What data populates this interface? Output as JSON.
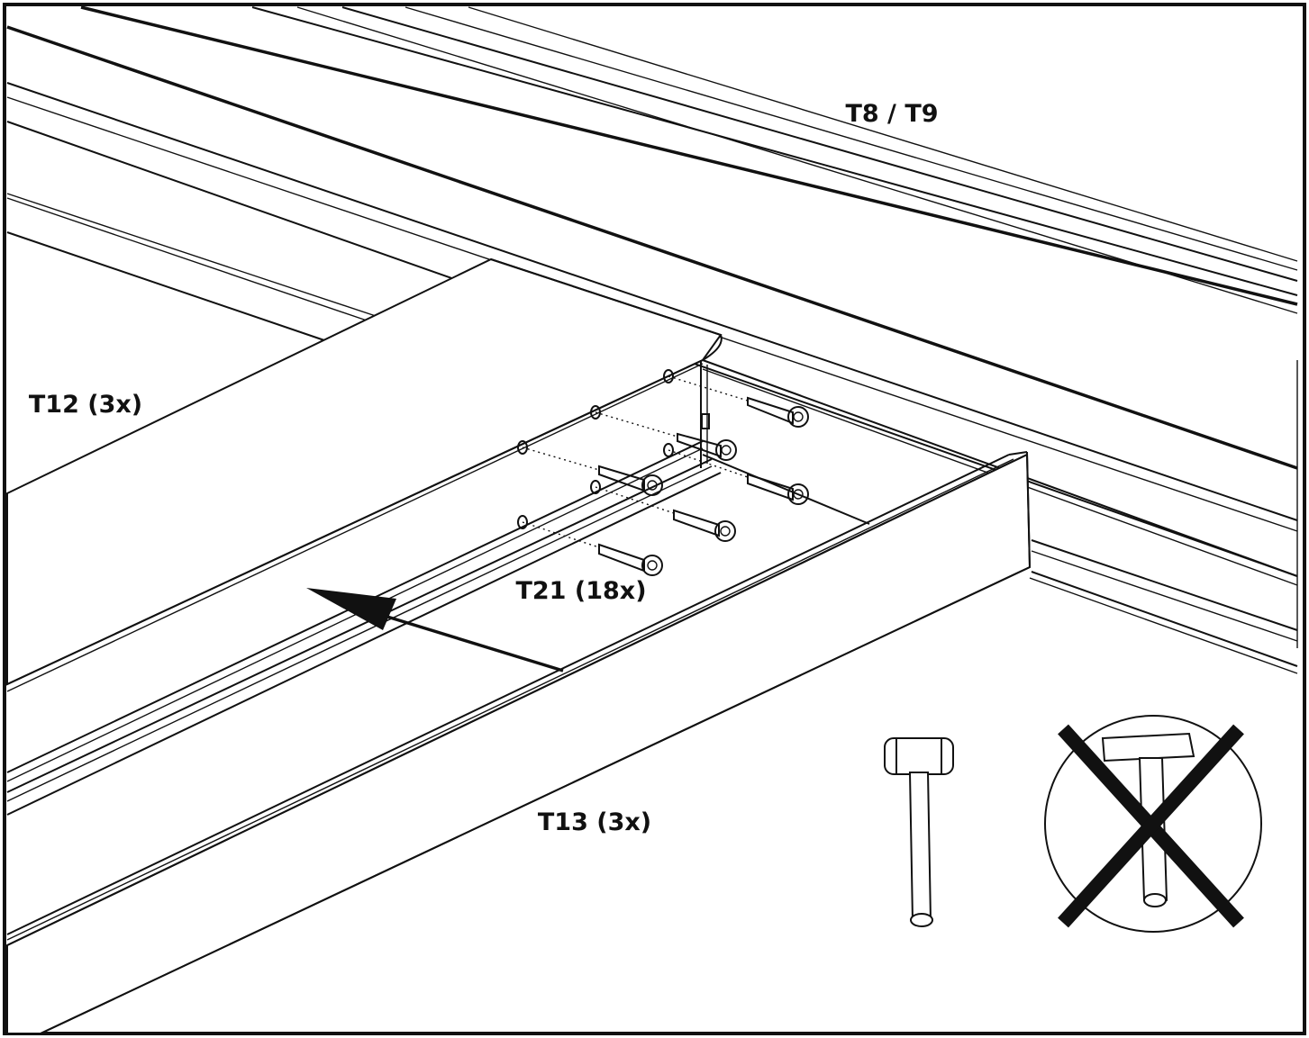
{
  "labels": {
    "rails": "T8 / T9",
    "panel": "T12 (3x)",
    "screws": "T21 (18x)",
    "board": "T13 (3x)"
  },
  "tools": {
    "allowed": "rubber-mallet-icon",
    "forbidden": "steel-hammer-prohibited-icon"
  },
  "colors": {
    "ink": "#111111",
    "paper": "#ffffff"
  }
}
